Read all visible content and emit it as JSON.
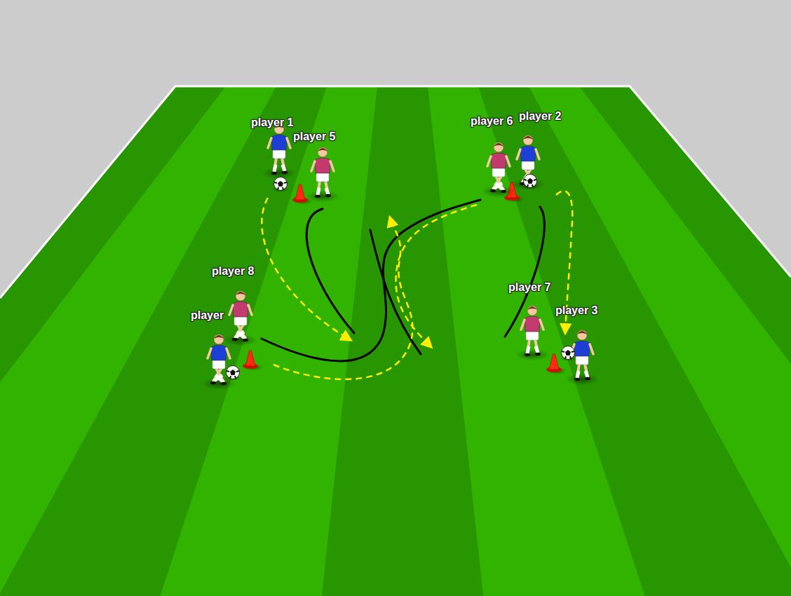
{
  "diagram": {
    "labels": [
      "player 1",
      "player 5",
      "player 6",
      "player 2",
      "player 8",
      "player",
      "player 7",
      "player 3"
    ]
  }
}
